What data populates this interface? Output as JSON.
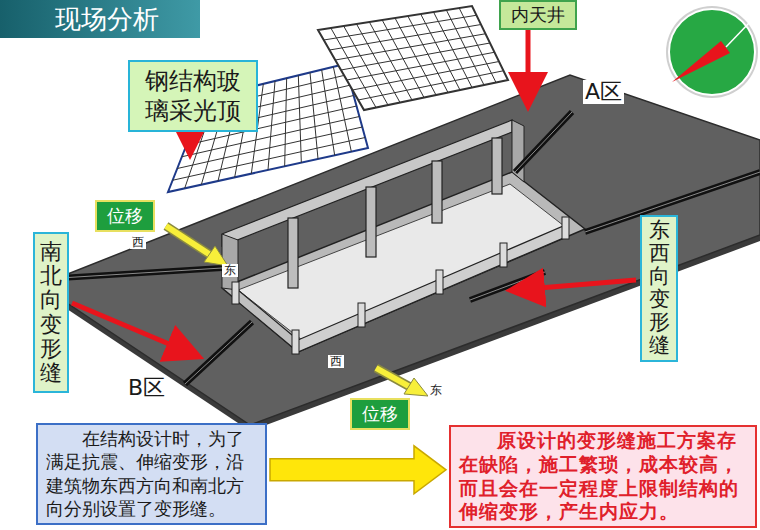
{
  "diagram": {
    "title": "现场分析",
    "nodes": [
      {
        "text": [
          "钢结构玻璃采光顶"
        ]
      },
      {
        "text": [
          "内天井"
        ]
      },
      {
        "text": [
          "位移"
        ]
      },
      {
        "text": [
          "南北向变形缝"
        ]
      },
      {
        "text": [
          "东西向变形缝"
        ]
      },
      {
        "text": [
          "位移"
        ]
      },
      {
        "text": [
          "在结构设计时，为了满足抗震、伸缩变形，沿建筑物东西方向和南北方向分别设置了变形缝。"
        ]
      },
      {
        "text": [
          "原设计的变形缝施工方案存在缺陷，施工繁琐，成本较高，而且会在一定程度上限制结构的伸缩变形，产生内应力。"
        ]
      }
    ],
    "edges": [
      {
        "from": 6,
        "to": 7,
        "arrow": "to"
      }
    ],
    "labels": [
      "A区",
      "西",
      "东",
      "B区",
      "西",
      "东"
    ]
  }
}
